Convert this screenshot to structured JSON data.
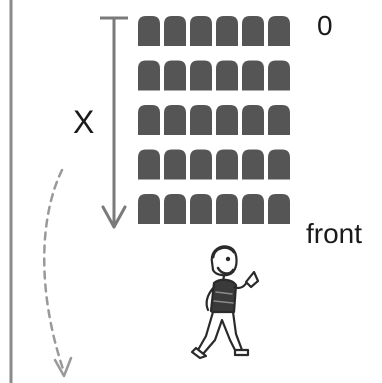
{
  "labels": {
    "top_row": "0",
    "distance": "X",
    "front_row": "front"
  },
  "seating": {
    "rows": 5,
    "seats_per_row": 6
  },
  "colors": {
    "seat": "#555555",
    "wall": "#8a8a8a",
    "arrow": "#7a7a7a",
    "dashed_path": "#999999",
    "person_outline": "#2a2a2a",
    "person_shirt": "#3a3a3a"
  },
  "icons": {
    "person": "walking-person-icon",
    "path": "dashed-curved-arrow"
  }
}
